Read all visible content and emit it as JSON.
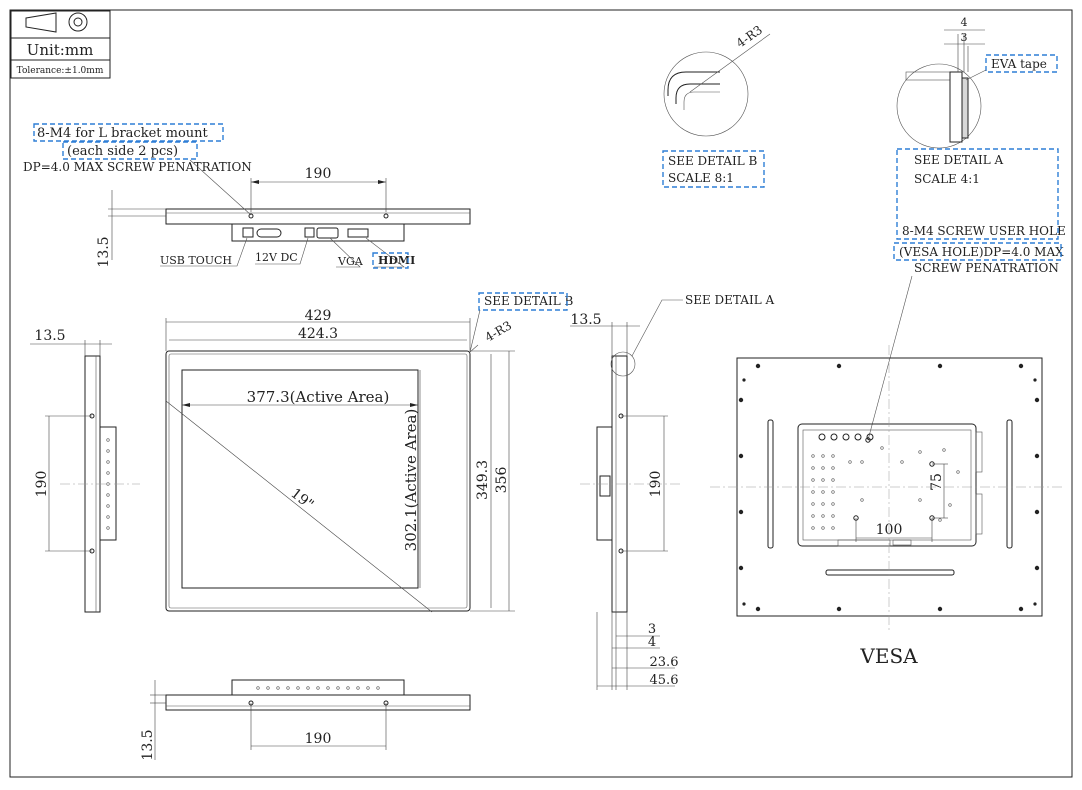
{
  "title_block": {
    "unit": "Unit:mm",
    "tolerance": "Tolerance:±1.0mm"
  },
  "top_view": {
    "bracket_note_1": "8-M4 for L bracket mount",
    "bracket_note_2": "(each side 2 pcs)",
    "screw_note": "DP=4.0 MAX SCREW PENATRATION",
    "dim_190": "190",
    "dim_13_5": "13.5",
    "ports": {
      "usb": "USB TOUCH",
      "dc": "12V DC",
      "vga": "VGA",
      "hdmi": "HDMI"
    }
  },
  "front_view": {
    "dim_429": "429",
    "dim_424_3": "424.3",
    "active_width": "377.3(Active Area)",
    "active_height": "302.1(Active Area)",
    "dim_349_3": "349.3",
    "dim_356": "356",
    "diagonal": "19\"",
    "radius": "4-R3",
    "see_detail_b": "SEE DETAIL B"
  },
  "left_side_view": {
    "dim_13_5": "13.5",
    "dim_190": "190"
  },
  "right_side_view": {
    "dim_13_5": "13.5",
    "dim_190": "190",
    "see_detail_a": "SEE DETAIL A",
    "dim_3": "3",
    "dim_4": "4",
    "dim_23_6": "23.6",
    "dim_45_6": "45.6"
  },
  "bottom_view": {
    "dim_190": "190",
    "dim_13_5": "13.5"
  },
  "detail_b": {
    "radius": "4-R3",
    "label_1": "SEE DETAIL B",
    "label_2": "SCALE 8:1"
  },
  "detail_a": {
    "dim_4": "4",
    "dim_3": "3",
    "eva": "EVA tape",
    "label_1": "SEE DETAIL A",
    "label_2": "SCALE 4:1",
    "hole_note": "8-M4 SCREW USER HOLE",
    "vesa_note": "(VESA HOLE)DP=4.0 MAX",
    "penetration": "SCREW PENATRATION"
  },
  "rear_view": {
    "dim_75": "75",
    "dim_100": "100",
    "vesa": "VESA"
  }
}
